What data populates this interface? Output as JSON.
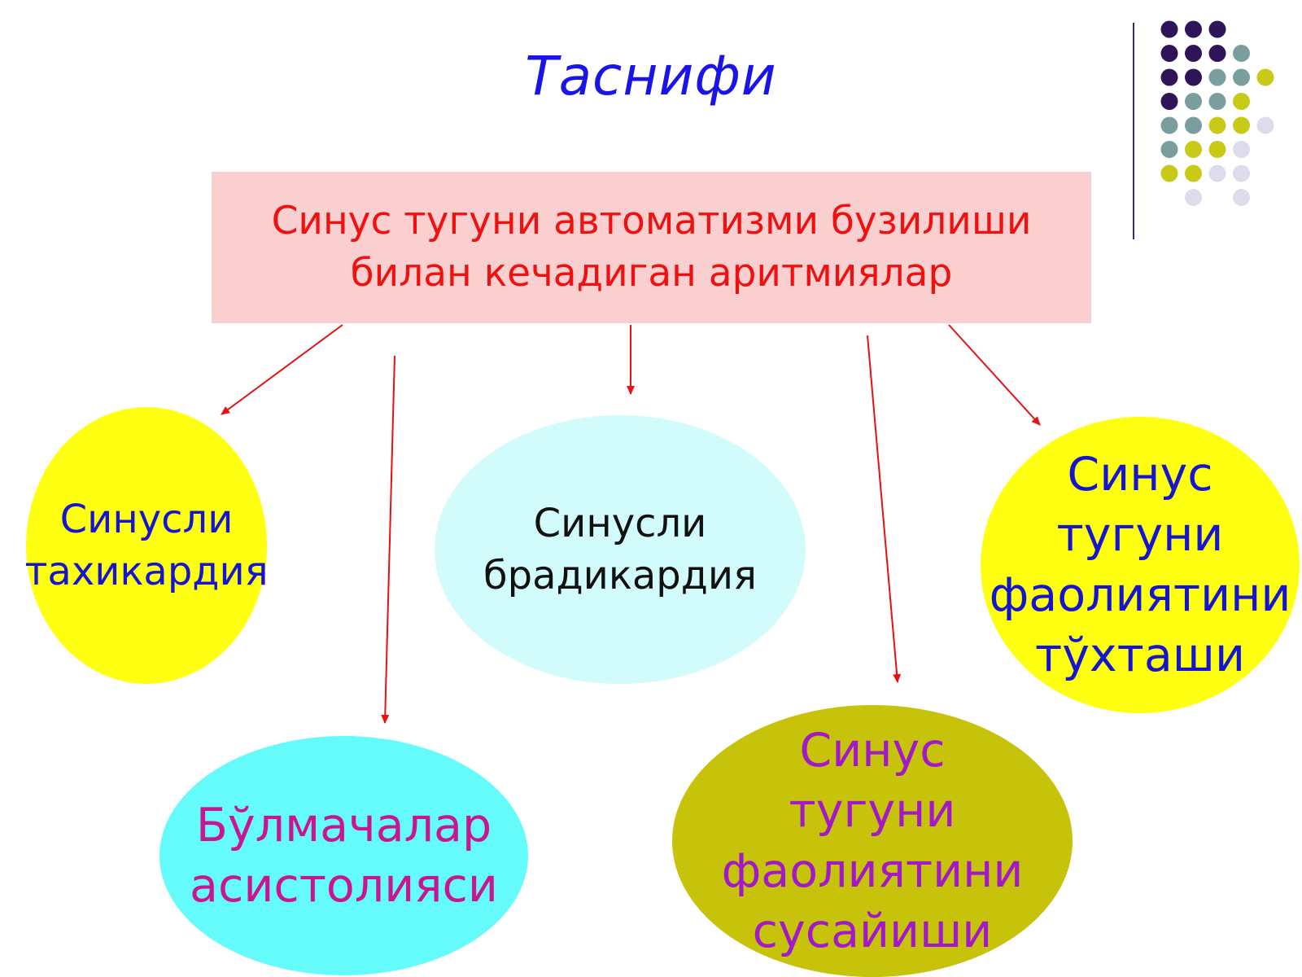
{
  "title": "Таснифи",
  "main": {
    "label": "Синус тугуни автоматизми бузилиши\nбилан кечадиган аритмиялар",
    "color": "#f01010",
    "background": "#f9cfcf"
  },
  "nodes": [
    {
      "id": "tachycardia",
      "label": "Синусли\nтахикардия",
      "fill": "#ffff12",
      "text_color": "#1515d0"
    },
    {
      "id": "bradycardia",
      "label": "Синусли\nбрадикардия",
      "fill": "#d2fbfb",
      "text_color": "#111111"
    },
    {
      "id": "sinus-arrest",
      "label": "Синус\nтугуни\nфаолиятини\nтўхташи",
      "fill": "#ffff12",
      "text_color": "#1515d0"
    },
    {
      "id": "atrial-asystole",
      "label": "Бўлмачалар\nасистолияси",
      "fill": "#66fbfb",
      "text_color": "#c81590"
    },
    {
      "id": "sinus-node-weakness",
      "label": "Синус\nтугуни\nфаолиятини\nсусайиши",
      "fill": "#c7c20a",
      "text_color": "#a21ac7"
    }
  ],
  "arrow_color": "#e81010",
  "decoration_colors": [
    "#2f1457",
    "#7a9e9e",
    "#c9c918",
    "#dcdcec"
  ]
}
